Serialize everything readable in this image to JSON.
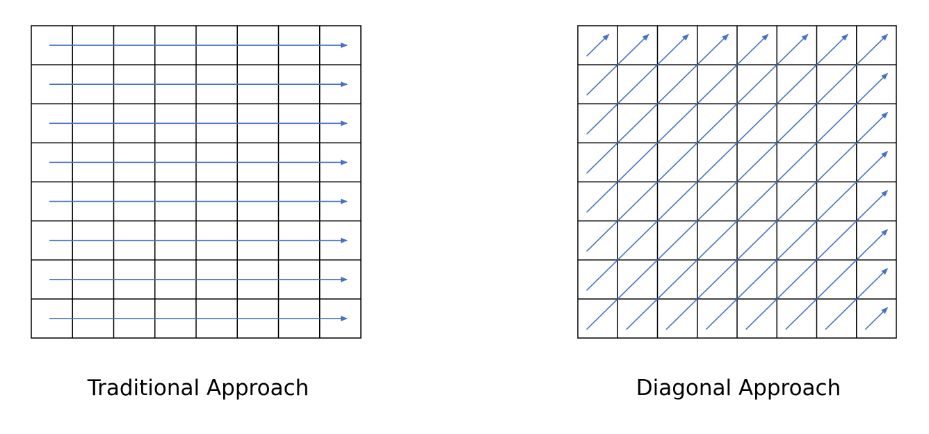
{
  "panels": [
    {
      "caption": "Traditional Approach",
      "pattern": "horizontal-rows",
      "grid": {
        "rows": 8,
        "cols": 8
      }
    },
    {
      "caption": "Diagonal Approach",
      "pattern": "anti-diagonals",
      "grid": {
        "rows": 8,
        "cols": 8
      }
    }
  ],
  "colors": {
    "arrow": "#4472C4",
    "grid_line": "#000000",
    "background": "#FFFFFF"
  }
}
